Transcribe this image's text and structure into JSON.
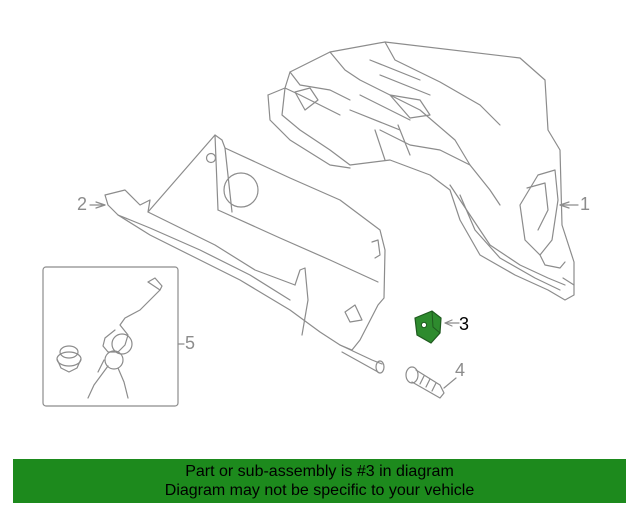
{
  "diagram": {
    "callouts": {
      "part_1": "1",
      "part_2": "2",
      "part_3": "3",
      "part_4": "4",
      "part_5": "5"
    },
    "line_color": "#8c8c8c",
    "highlight_color": "#2e8b2e"
  },
  "footer": {
    "line1": "Part or sub-assembly is #3 in diagram",
    "line2": "Diagram may not be specific to your vehicle",
    "background_color": "#1d8a1d",
    "text_color": "#000000"
  }
}
